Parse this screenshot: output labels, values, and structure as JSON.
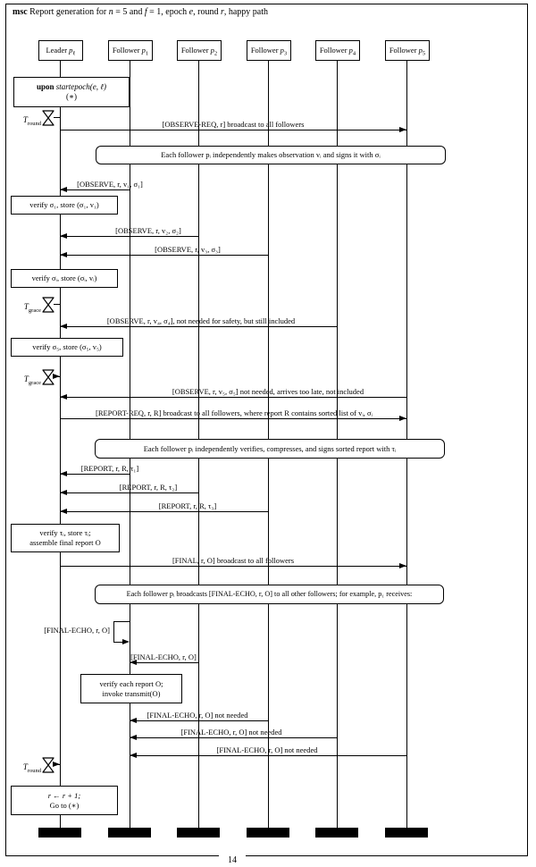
{
  "title": {
    "keyword": "msc",
    "parts": [
      " Report generation for ",
      "n",
      " = 5 and ",
      "f",
      " = 1, epoch ",
      "e",
      ", round ",
      "r",
      ", happy path"
    ]
  },
  "participants": [
    {
      "name": "Leader ",
      "var": "p",
      "sub": "ℓ"
    },
    {
      "name": "Follower ",
      "var": "p",
      "sub": "1"
    },
    {
      "name": "Follower ",
      "var": "p",
      "sub": "2"
    },
    {
      "name": "Follower ",
      "var": "p",
      "sub": "3"
    },
    {
      "name": "Follower ",
      "var": "p",
      "sub": "4"
    },
    {
      "name": "Follower ",
      "var": "p",
      "sub": "5"
    }
  ],
  "timers": {
    "round_set": {
      "var": "T",
      "sub": "round"
    },
    "grace_set": {
      "var": "T",
      "sub": "grace"
    },
    "grace_fire": {
      "var": "T",
      "sub": "grace"
    },
    "round_fire": {
      "var": "T",
      "sub": "round"
    }
  },
  "actions": {
    "upon": {
      "keyword": "upon",
      "expr": " startepoch(e, ℓ)",
      "line2": "(∗)"
    },
    "verify1": "verify σ₁, store (σ₁, v₁)",
    "verifyi": "verify σᵢ, store (σᵢ, vᵢ)",
    "verify5": "verify σ₅, store (σ₅, v₅)",
    "verify_tau": {
      "line1": "verify τᵢ, store τᵢ;",
      "line2": "assemble final report O"
    },
    "p1_verify": {
      "line1": "verify each report O;",
      "line2": "invoke transmit(O)"
    },
    "next_round": {
      "line1": "r ← r + 1;",
      "line2": "Go to (∗)"
    }
  },
  "notes": {
    "observe": "Each follower pᵢ independently makes observation vᵢ and signs it with σᵢ",
    "report": "Each follower pᵢ independently verifies, compresses, and signs sorted report with τᵢ",
    "final_echo": "Each follower pᵢ broadcasts [FINAL-ECHO, r, O] to all other followers; for example, p₁ receives:"
  },
  "messages": {
    "observe_req": "[OBSERVE-REQ, r] broadcast to all followers",
    "observe1": "[OBSERVE, r, v₁, σ₁]",
    "observe2": "[OBSERVE, r, v₂, σ₂]",
    "observe3": "[OBSERVE, r, v₃, σ₃]",
    "observe4": "[OBSERVE, r, v₄, σ₄], not needed for safety, but still included",
    "observe5": "[OBSERVE, r, v₅, σ₅] not needed, arrives too late, not included",
    "report_req": "[REPORT-REQ, r, R] broadcast to all followers, where report R contains sorted list of vᵢ, σᵢ",
    "report1": "[REPORT, r, R, τ₁]",
    "report2": "[REPORT, r, R, τ₂]",
    "report3": "[REPORT, r, R, τ₃]",
    "final": "[FINAL, r, O] broadcast to all followers",
    "final_echo_self": "[FINAL-ECHO, r, O]",
    "final_echo_p2": "[FINAL-ECHO, r, O]",
    "final_echo_p3": "[FINAL-ECHO, r, O] not needed",
    "final_echo_p4": "[FINAL-ECHO, r, O] not needed",
    "final_echo_p5": "[FINAL-ECHO, r, O] not needed"
  },
  "page_number": "14"
}
